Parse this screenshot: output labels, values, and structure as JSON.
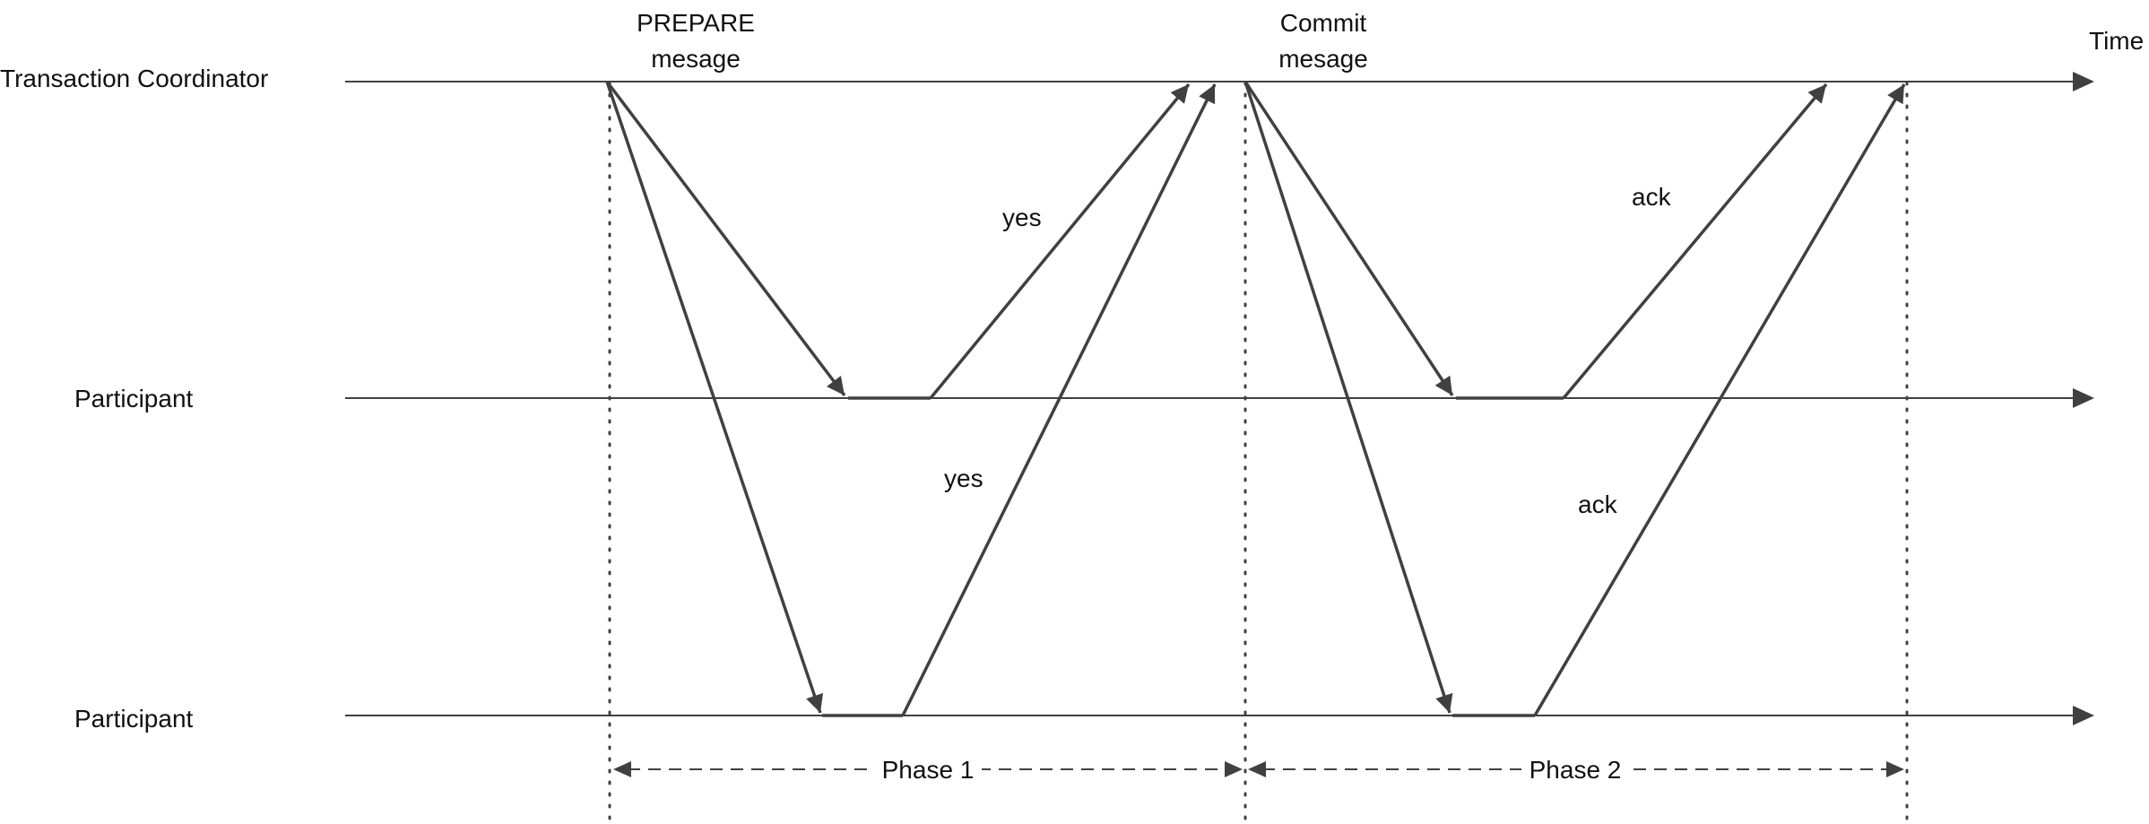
{
  "lanes": {
    "coordinator": "Transaction  Coordinator",
    "participant_1": "Participant",
    "participant_2": "Participant"
  },
  "time_label": "Time",
  "messages": {
    "prepare": [
      "PREPARE",
      "mesage"
    ],
    "commit": [
      "Commit",
      "mesage"
    ],
    "yes_1": "yes",
    "yes_2": "yes",
    "ack_1": "ack",
    "ack_2": "ack"
  },
  "phases": {
    "phase_1": "Phase 1",
    "phase_2": "Phase 2"
  },
  "colors": {
    "line": "#404040",
    "text": "#111111"
  }
}
